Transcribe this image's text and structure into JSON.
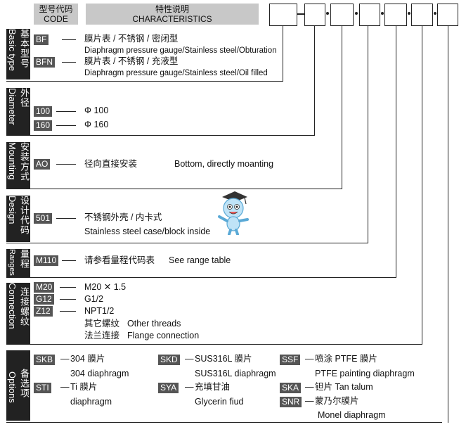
{
  "header": {
    "code_zh": "型号代码",
    "code_en": "CODE",
    "char_zh": "特性说明",
    "char_en": "CHARACTERISTICS"
  },
  "sections": {
    "basic": {
      "zh": "基本型号",
      "en": "Basic type",
      "items": [
        {
          "code": "BF",
          "zh": "膜片表 / 不锈钢 / 密闭型",
          "en": "Diaphragm pressure gauge/Stainless steel/Obturation"
        },
        {
          "code": "BFN",
          "zh": "膜片表 / 不锈钢 / 充液型",
          "en": "Diaphragm pressure gauge/Stainless steel/Oil filled"
        }
      ]
    },
    "diameter": {
      "zh": "外径",
      "en": "Diameter",
      "items": [
        {
          "code": "100",
          "text": "Φ 100"
        },
        {
          "code": "160",
          "text": "Φ 160"
        }
      ]
    },
    "mounting": {
      "zh": "安装方式",
      "en": "Mounting",
      "items": [
        {
          "code": "AO",
          "zh": "径向直接安装",
          "en": "Bottom, directly moanting"
        }
      ]
    },
    "design": {
      "zh": "设计代码",
      "en": "Design",
      "items": [
        {
          "code": "501",
          "zh": "不锈钢外壳 / 内卡式",
          "en": "Stainless steel case/block inside"
        }
      ]
    },
    "ranges": {
      "zh": "量程",
      "en": "Ranges",
      "items": [
        {
          "code": "M110",
          "zh": "请参看量程代码表",
          "en": "See range table"
        }
      ]
    },
    "connection": {
      "zh": "连接螺纹",
      "en": "Connection",
      "items": [
        {
          "code": "M20",
          "text": "M20 ✕ 1.5"
        },
        {
          "code": "G12",
          "text": "G1/2"
        },
        {
          "code": "Z12",
          "text": "NPT1/2"
        }
      ],
      "other_zh": "其它螺纹",
      "other_en": "Other threads",
      "flange_zh": "法兰连接",
      "flange_en": "Flange connection"
    },
    "options": {
      "zh": "备选项",
      "en": "Options",
      "items": [
        {
          "code": "SKB",
          "zh": "304 膜片",
          "en": "304 diaphragm"
        },
        {
          "code": "SKD",
          "zh": "SUS316L 膜片",
          "en": "SUS316L diaphragm"
        },
        {
          "code": "SSF",
          "zh": "喷涂 PTFE 膜片",
          "en": "PTFE painting diaphragm"
        },
        {
          "code": "STI",
          "zh": "Ti 膜片",
          "en": "diaphragm"
        },
        {
          "code": "SYA",
          "zh": "充填甘油",
          "en": "Glycerin fiud"
        },
        {
          "code": "SKA",
          "zh": "钽片 Tan talum",
          "en": ""
        },
        {
          "code": "SNR",
          "zh": "蒙乃尔膜片",
          "en": "Monel diaphragm"
        }
      ]
    }
  },
  "colors": {
    "bar": "#222222",
    "code_bg": "#555555",
    "header_bg": "#c8c8c8"
  },
  "icons": {
    "mascot": "student-mascot-icon"
  }
}
